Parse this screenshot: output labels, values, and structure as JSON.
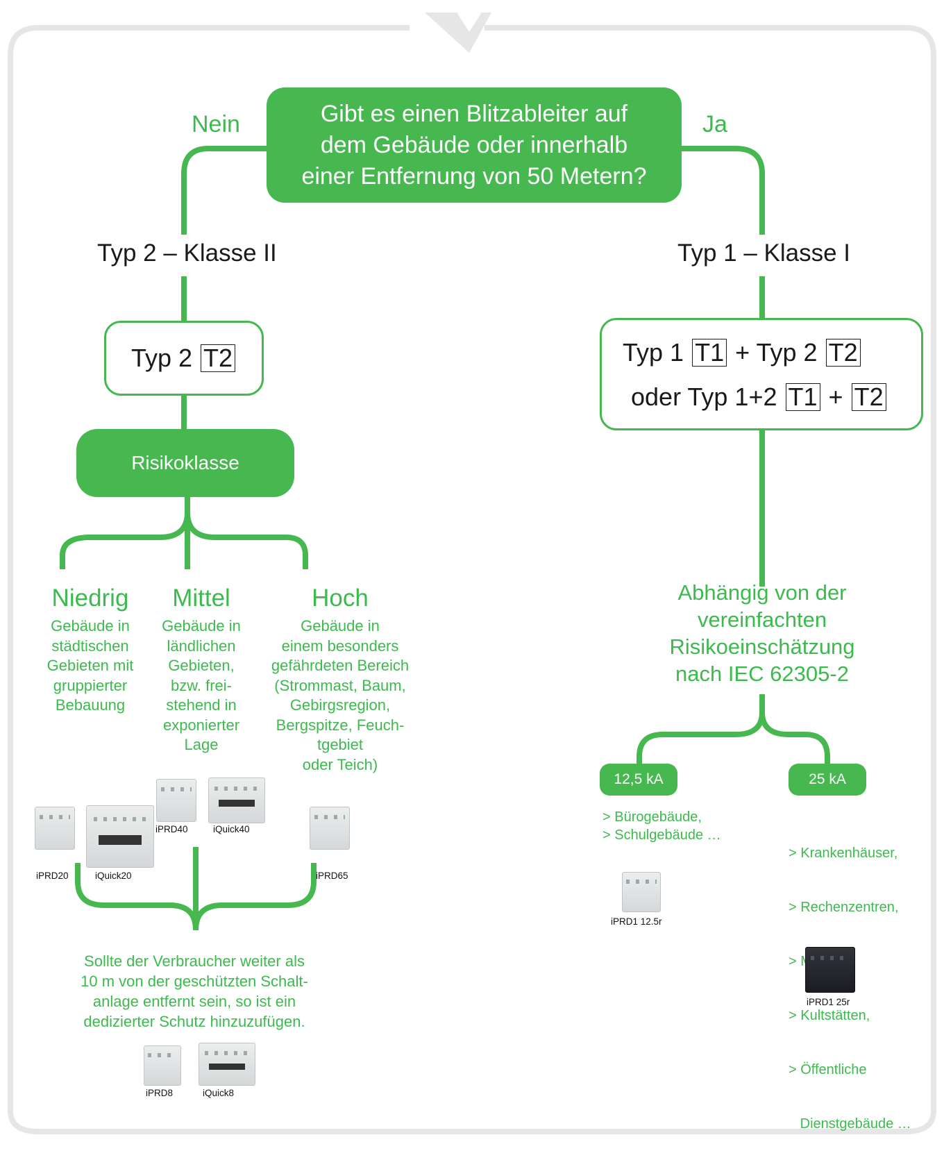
{
  "question": {
    "line1": "Gibt es einen Blitzableiter auf",
    "line2": "dem Gebäude oder innerhalb",
    "line3": "einer Entfernung von 50 Metern?"
  },
  "branches": {
    "no": "Nein",
    "yes": "Ja"
  },
  "left": {
    "type_heading": "Typ 2 – Klasse II",
    "box": {
      "prefix": "Typ 2",
      "tag": "T2"
    },
    "risk_label": "Risikoklasse",
    "levels": [
      {
        "name": "Niedrig",
        "desc": [
          "Gebäude in",
          "städtischen",
          "Gebieten mit",
          "gruppierter",
          "Bebauung"
        ]
      },
      {
        "name": "Mittel",
        "desc": [
          "Gebäude in",
          "ländlichen",
          "Gebieten,",
          "bzw. frei-",
          "stehend in",
          "exponierter",
          "Lage"
        ]
      },
      {
        "name": "Hoch",
        "desc": [
          "Gebäude in",
          "einem besonders",
          "gefährdeten Bereich",
          "(Strommast, Baum,",
          "Gebirgsregion,",
          "Bergspitze, Feuch-",
          "tgebiet",
          "oder Teich)"
        ]
      }
    ],
    "products": {
      "iprd40": "iPRD40",
      "iquick40": "iQuick40",
      "iprd20": "iPRD20",
      "iquick20": "iQuick20",
      "iprd65": "iPRD65",
      "iprd8": "iPRD8",
      "iquick8": "iQuick8"
    },
    "note": [
      "Sollte der Verbraucher weiter als",
      "10 m von der geschützten Schalt-",
      "anlage entfernt sein, so ist ein",
      "dedizierter Schutz hinzuzufügen."
    ]
  },
  "right": {
    "type_heading": "Typ 1 – Klasse I",
    "box": {
      "l1_a": "Typ 1",
      "t1": "T1",
      "plus": "+",
      "l1_b": "Typ 2",
      "t2": "T2",
      "l2_a": "oder Typ 1+2"
    },
    "assessment": [
      "Abhängig von der",
      "vereinfachten",
      "Risikoeinschätzung",
      "nach IEC 62305-2"
    ],
    "options": [
      {
        "label": "12,5 kA",
        "items": [
          "> Bürogebäude,",
          "> Schulgebäude …"
        ],
        "product": "iPRD1 12.5r"
      },
      {
        "label": "25 kA",
        "items": [
          "> Krankenhäuser,",
          "> Rechenzentren,",
          "> Museen,",
          "> Kultstätten,",
          "> Öffentliche",
          "   Dienstgebäude …"
        ],
        "product": "iPRD1 25r"
      }
    ]
  },
  "colors": {
    "accent": "#47b850",
    "frame": "#e6e6e6",
    "text": "#1a1a1a"
  }
}
